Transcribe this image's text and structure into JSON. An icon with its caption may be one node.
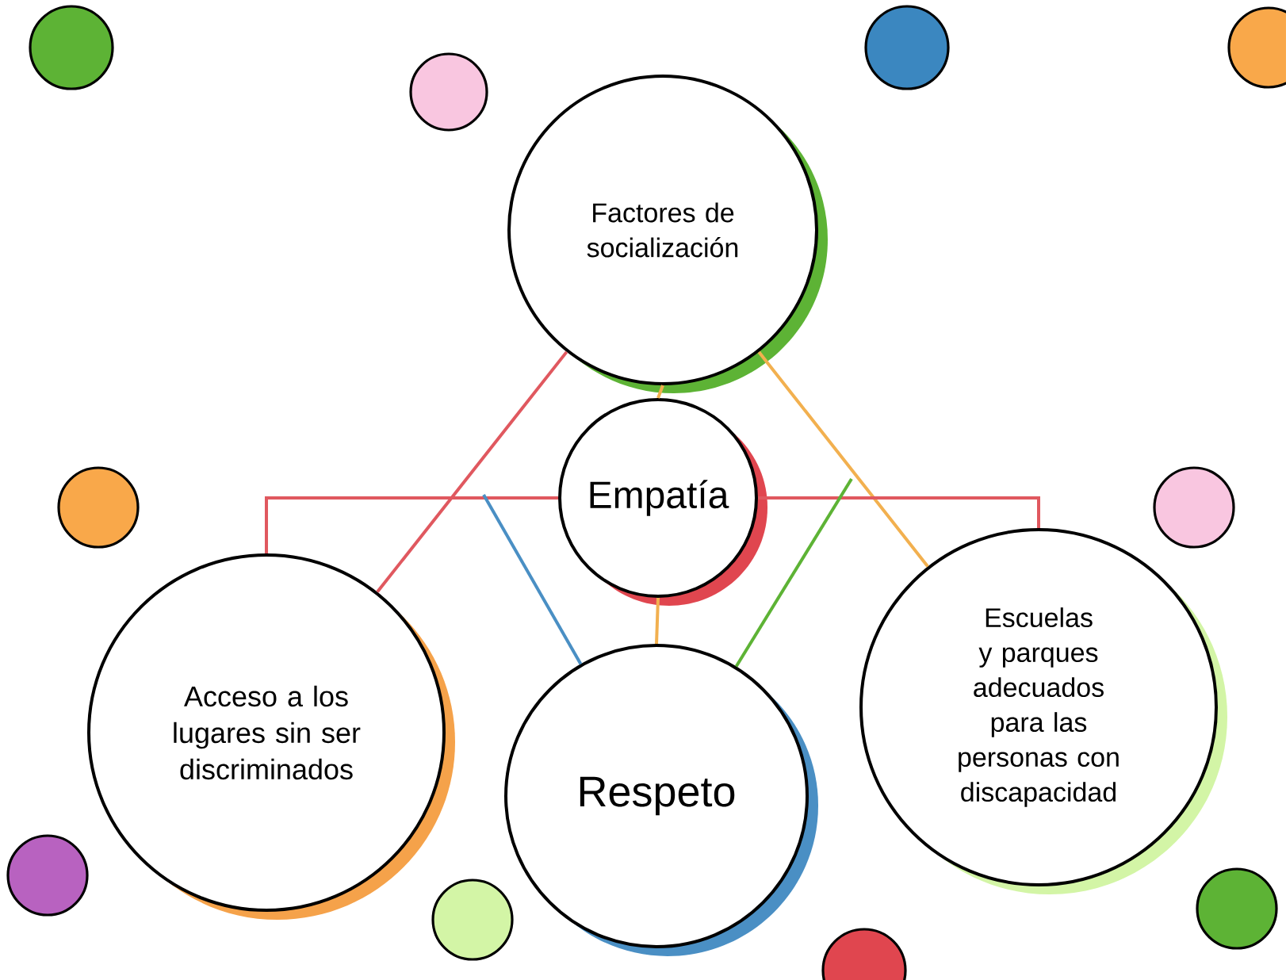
{
  "diagram": {
    "nodes": [
      {
        "text": [
          "Factores de socialización"
        ]
      },
      {
        "text": [
          "Empatía"
        ]
      },
      {
        "text": [
          "Acceso a los lugares sin ser discriminados"
        ]
      },
      {
        "text": [
          "Respeto"
        ]
      },
      {
        "text": [
          "Escuelas y parques adecuados para las personas con discapacidad"
        ]
      }
    ],
    "edges": [
      {
        "from": 0,
        "to": 1,
        "arrow": "none",
        "color": "#f2b04f"
      },
      {
        "from": 0,
        "to": 2,
        "arrow": "none",
        "color": "#e0585f"
      },
      {
        "from": 0,
        "to": 4,
        "arrow": "none",
        "color": "#f2b04f"
      },
      {
        "from": 1,
        "to": 2,
        "arrow": "none",
        "color": "#e0585f"
      },
      {
        "from": 1,
        "to": 4,
        "arrow": "none",
        "color": "#e0585f"
      },
      {
        "from": 1,
        "to": 3,
        "arrow": "none",
        "color": "#f2b04f"
      },
      {
        "from": null,
        "to": 3,
        "arrow": "none",
        "color": "#4a8fc4"
      },
      {
        "from": null,
        "to": 3,
        "arrow": "none",
        "color": "#5db335"
      }
    ]
  }
}
